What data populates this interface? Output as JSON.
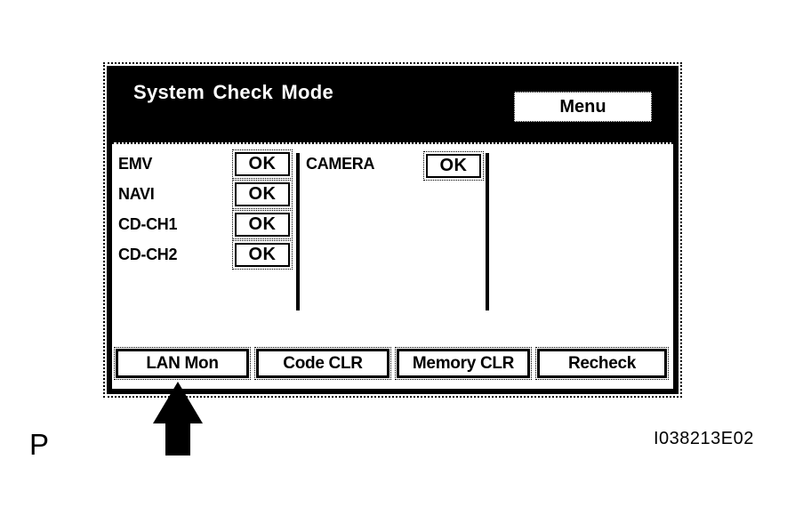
{
  "screen": {
    "title": "System Check Mode",
    "menu_button_label": "Menu",
    "left_column": [
      {
        "label": "EMV",
        "status": "OK"
      },
      {
        "label": "NAVI",
        "status": "OK"
      },
      {
        "label": "CD-CH1",
        "status": "OK"
      },
      {
        "label": "CD-CH2",
        "status": "OK"
      }
    ],
    "right_column": [
      {
        "label": "CAMERA",
        "status": "OK"
      }
    ],
    "bottom_buttons": [
      "LAN Mon",
      "Code CLR",
      "Memory CLR",
      "Recheck"
    ],
    "colors": {
      "header_bg": "#000000",
      "header_text": "#ffffff",
      "body_bg": "#ffffff",
      "text": "#000000"
    }
  },
  "annotation": {
    "page_letter": "P",
    "figure_id": "I038213E02",
    "arrow_target": "LAN Mon"
  }
}
